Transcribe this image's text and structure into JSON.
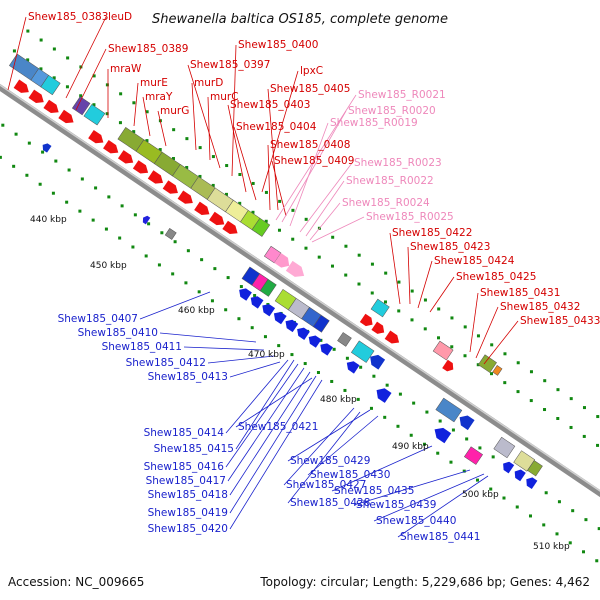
{
  "title": "Shewanella baltica OS185, complete genome",
  "footer": {
    "accession": "Accession: NC_009665",
    "topology": "Topology: circular; Length: 5,229,686 bp; Genes: 4,462"
  },
  "colors": {
    "red_label": "#d40000",
    "pink_label": "#ee88bb",
    "blue_label": "#1a22cc",
    "backbone": "#8c8c8c",
    "tick": "#118811"
  },
  "kbp_labels": [
    "440 kbp",
    "450 kbp",
    "460 kbp",
    "470 kbp",
    "480 kbp",
    "490 kbp",
    "500 kbp",
    "510 kbp"
  ],
  "red_labels": [
    "Shew185_0383",
    "leuD",
    "Shew185_0389",
    "mraW",
    "murE",
    "mraY",
    "murG",
    "murD",
    "murC",
    "Shew185_0397",
    "Shew185_0400",
    "lpxC",
    "Shew185_0403",
    "Shew185_0404",
    "Shew185_0405",
    "Shew185_0408",
    "Shew185_0409",
    "Shew185_0422",
    "Shew185_0423",
    "Shew185_0424",
    "Shew185_0425",
    "Shew185_0431",
    "Shew185_0432",
    "Shew185_0433"
  ],
  "pink_labels": [
    "Shew185_R0021",
    "Shew185_R0020",
    "Shew185_R0019",
    "Shew185_R0023",
    "Shew185_R0022",
    "Shew185_R0024",
    "Shew185_R0025"
  ],
  "blue_labels": [
    "Shew185_0407",
    "Shew185_0410",
    "Shew185_0411",
    "Shew185_0412",
    "Shew185_0413",
    "Shew185_0414",
    "Shew185_0415",
    "Shew185_0416",
    "Shew185_0417",
    "Shew185_0418",
    "Shew185_0419",
    "Shew185_0420",
    "Shew185_0421",
    "Shew185_0427",
    "Shew185_0428",
    "Shew185_0429",
    "Shew185_0430",
    "Shew185_0435",
    "Shew185_0439",
    "Shew185_0440",
    "Shew185_0441"
  ]
}
